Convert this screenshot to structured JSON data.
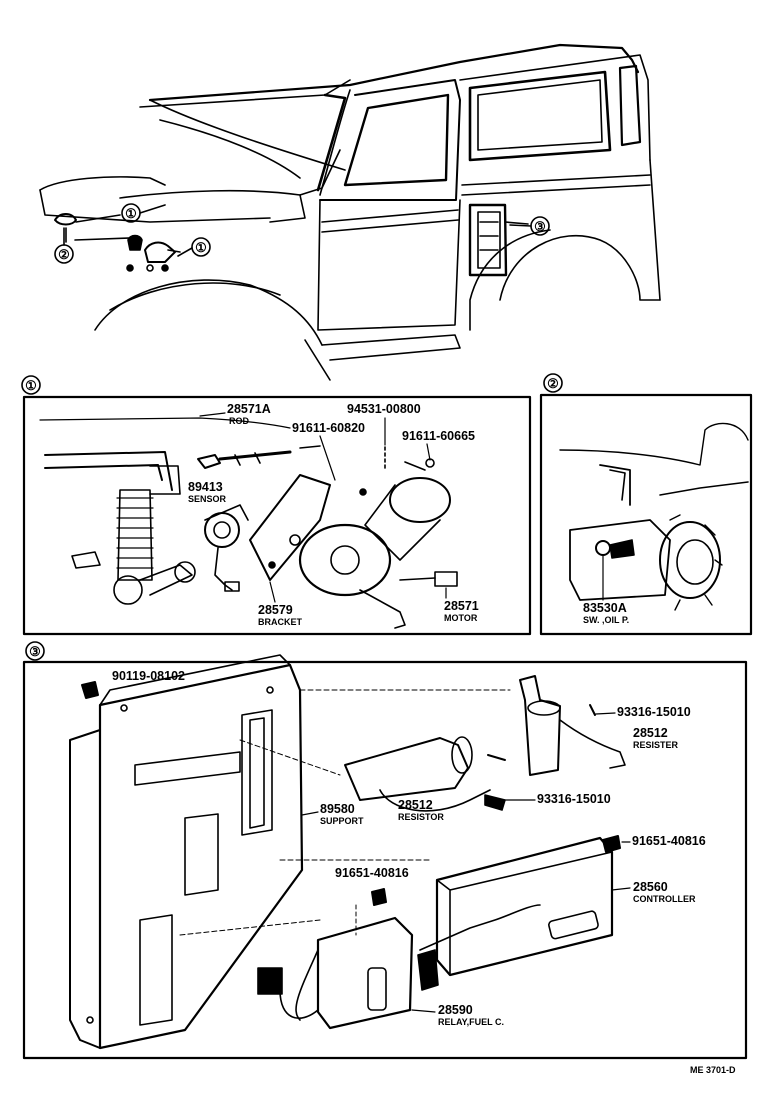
{
  "overview": {
    "callouts": [
      {
        "label": "①"
      },
      {
        "label": "①"
      },
      {
        "label": "②"
      },
      {
        "label": "③"
      }
    ]
  },
  "panels": {
    "p1": {
      "marker": "①"
    },
    "p2": {
      "marker": "②"
    },
    "p3": {
      "marker": "③"
    }
  },
  "parts": [
    {
      "number": "28571A",
      "name": "ROD"
    },
    {
      "number": "94531-00800",
      "name": ""
    },
    {
      "number": "91611-60820",
      "name": ""
    },
    {
      "number": "91611-60665",
      "name": ""
    },
    {
      "number": "89413",
      "name": "SENSOR"
    },
    {
      "number": "28579",
      "name": "BRACKET"
    },
    {
      "number": "28571",
      "name": "MOTOR"
    },
    {
      "number": "83530A",
      "name": "SW. ,OIL P."
    },
    {
      "number": "90119-08102",
      "name": ""
    },
    {
      "number": "93316-15010",
      "name": ""
    },
    {
      "number": "28512",
      "name": "RESISTER"
    },
    {
      "number": "93316-15010",
      "name": ""
    },
    {
      "number": "28512",
      "name": "RESISTOR"
    },
    {
      "number": "89580",
      "name": "SUPPORT"
    },
    {
      "number": "91651-40816",
      "name": ""
    },
    {
      "number": "91651-40816",
      "name": ""
    },
    {
      "number": "28560",
      "name": "CONTROLLER"
    },
    {
      "number": "28590",
      "name": "RELAY,FUEL C."
    }
  ],
  "footer": {
    "code": "ME 3701-D"
  }
}
